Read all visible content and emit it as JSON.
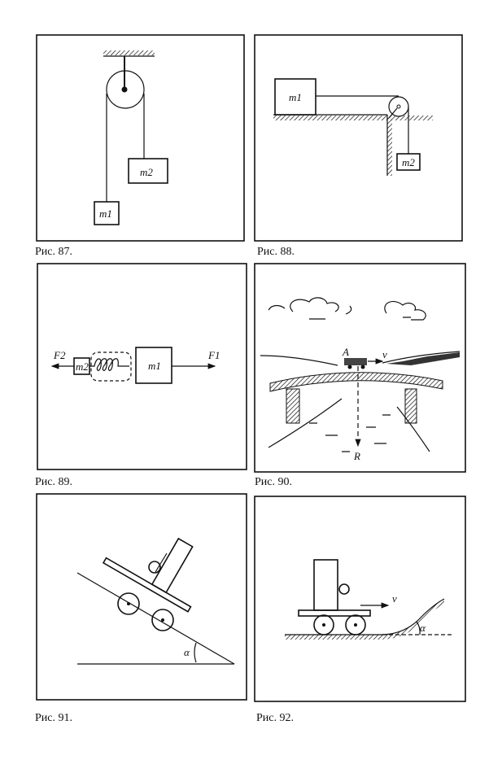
{
  "figures": [
    {
      "caption": "Рис. 87.",
      "labels": {
        "m1": "m1",
        "m2": "m2"
      }
    },
    {
      "caption": "Рис. 88.",
      "labels": {
        "m1": "m1",
        "m2": "m2"
      }
    },
    {
      "caption": "Рис. 89.",
      "labels": {
        "F1": "F1",
        "F2": "F2",
        "m1": "m1",
        "m2": "m2"
      }
    },
    {
      "caption": "Рис. 90.",
      "labels": {
        "A": "A",
        "v": "v",
        "R": "R"
      }
    },
    {
      "caption": "Рис. 91.",
      "labels": {
        "alpha": "α"
      }
    },
    {
      "caption": "Рис. 92.",
      "labels": {
        "v": "v",
        "alpha": "α"
      }
    }
  ],
  "colors": {
    "ink": "#111111",
    "paper": "#ffffff"
  }
}
